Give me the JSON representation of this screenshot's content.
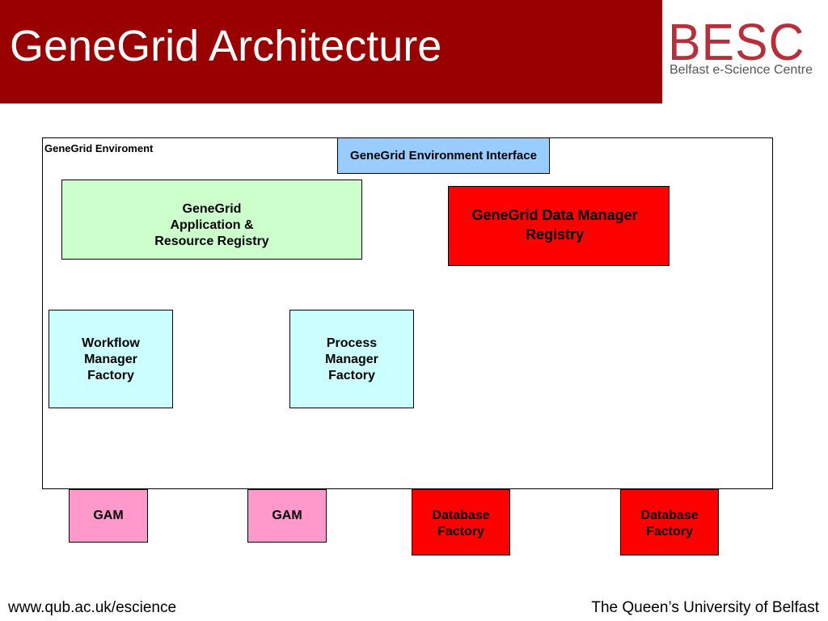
{
  "title": "GeneGrid Architecture",
  "logo": {
    "mark": "BESC",
    "subtitle": "Belfast e-Science Centre",
    "color": "#b5303a"
  },
  "diagram": {
    "environment_label": "GeneGrid Enviroment",
    "interface": "GeneGrid Environment Interface",
    "registry": "GeneGrid\nApplication &\nResource Registry",
    "data_manager": "GeneGrid Data Manager\nRegistry",
    "workflow": "Workflow\nManager\nFactory",
    "process": "Process\nManager\nFactory",
    "gam_1": "GAM",
    "gam_2": "GAM",
    "database_1": "Database\nFactory",
    "database_2": "Database\nFactory"
  },
  "colors": {
    "title_bar": "#990000",
    "interface": "#99ccff",
    "registry": "#ccffcc",
    "data_manager": "#ff0000",
    "factory": "#ccffff",
    "gam": "#ff99cc",
    "database": "#ff0000"
  },
  "footer": {
    "left": "www.qub.ac.uk/escience",
    "right": "The Queen’s University of Belfast"
  }
}
